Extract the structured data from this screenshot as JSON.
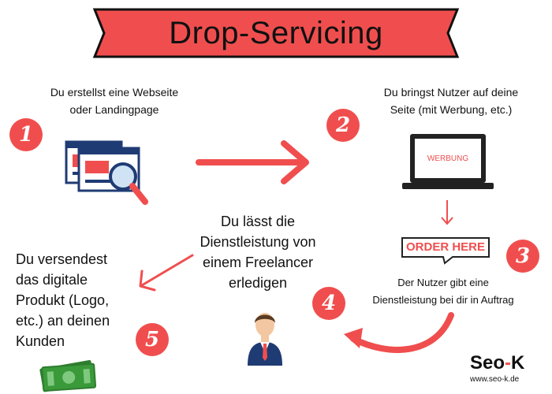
{
  "title": "Drop-Servicing",
  "colors": {
    "accent": "#f04e4e",
    "dark": "#222222",
    "blue": "#1f3b73",
    "money": "#3a9a3a"
  },
  "steps": [
    {
      "number": "1",
      "text_lines": [
        "Du erstellst eine Webseite",
        "oder Landingpage"
      ]
    },
    {
      "number": "2",
      "text_lines": [
        "Du bringst Nutzer auf deine",
        "Seite (mit Werbung, etc.)"
      ]
    },
    {
      "number": "3",
      "text_lines": [
        "Der Nutzer gibt eine",
        "Dienstleistung bei dir in Auftrag"
      ]
    },
    {
      "number": "4",
      "text_lines": [
        "Du lässt die",
        "Dienstleistung von",
        "einem Freelancer",
        "erledigen"
      ]
    },
    {
      "number": "5",
      "text_lines": [
        "Du versendest",
        "das digitale",
        "Produkt (Logo,",
        "etc.) an deinen",
        "Kunden"
      ]
    }
  ],
  "laptop_ad_label": "WERBUNG",
  "order_button_label": "ORDER HERE",
  "logo": {
    "brand_left": "Seo",
    "brand_dash": "-",
    "brand_right": "K",
    "url": "www.seo-k.de"
  },
  "icons": [
    "browser-search-icon",
    "laptop-icon",
    "order-here-icon",
    "freelancer-icon",
    "money-icon"
  ]
}
